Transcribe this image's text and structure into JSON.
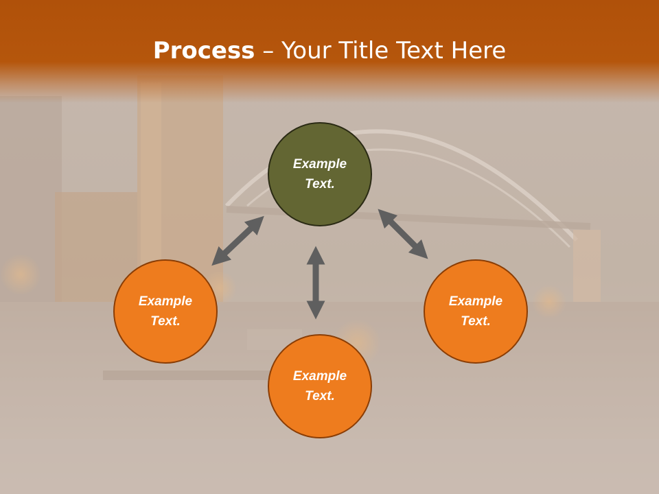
{
  "title": {
    "bold": "Process",
    "rest": " – Your Title Text Here"
  },
  "diagram": {
    "nodes": [
      {
        "id": "top",
        "text": "Example Text.",
        "color": "#636633"
      },
      {
        "id": "left",
        "text": "Example Text.",
        "color": "#ee7c1e"
      },
      {
        "id": "bottom",
        "text": "Example Text.",
        "color": "#ee7c1e"
      },
      {
        "id": "right",
        "text": "Example Text.",
        "color": "#ee7c1e"
      }
    ]
  },
  "colors": {
    "header": "#b0510a",
    "arrow": "#5f5f5f",
    "orange": "#ee7c1e",
    "olive": "#636633"
  }
}
